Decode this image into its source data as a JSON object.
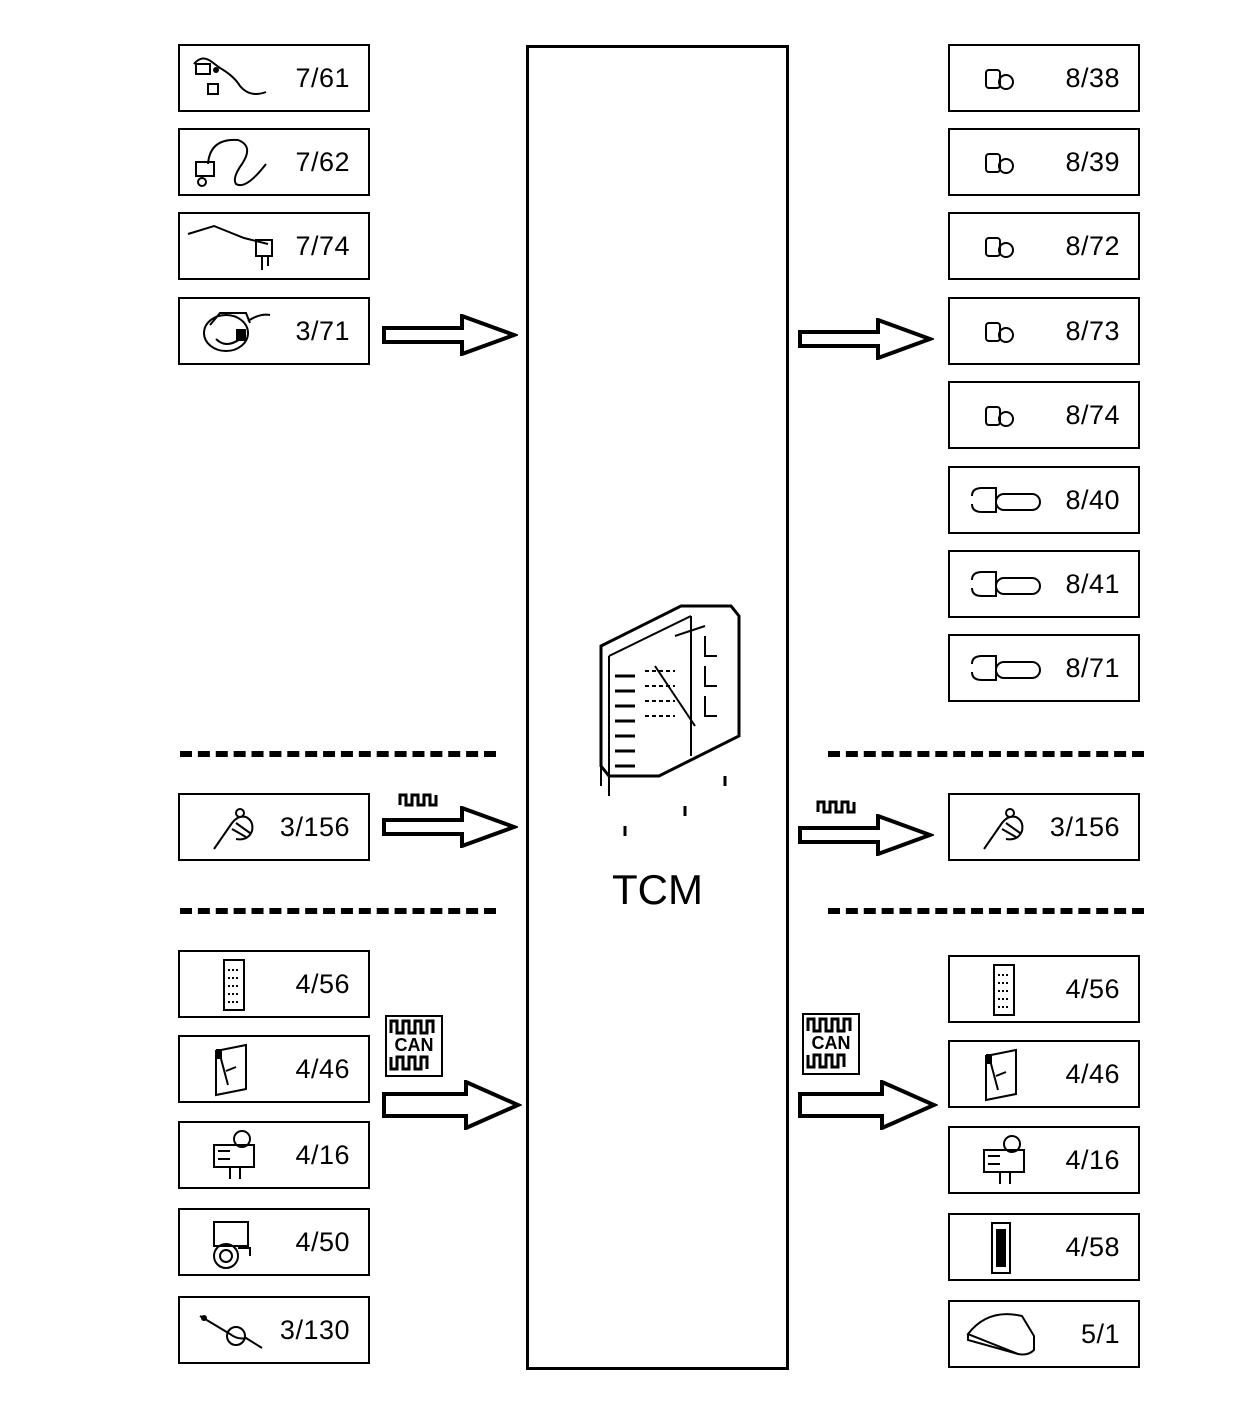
{
  "tcm": {
    "label": "TCM"
  },
  "left": {
    "inputs": [
      "7/61",
      "7/62",
      "7/74",
      "3/71"
    ],
    "selector": [
      "3/156"
    ],
    "can": [
      "4/56",
      "4/46",
      "4/16",
      "4/50",
      "3/130"
    ]
  },
  "right": {
    "outputs": [
      "8/38",
      "8/39",
      "8/72",
      "8/73",
      "8/74",
      "8/40",
      "8/41",
      "8/71"
    ],
    "selector": [
      "3/156"
    ],
    "can": [
      "4/56",
      "4/46",
      "4/16",
      "4/58",
      "5/1"
    ]
  },
  "can_badge": {
    "text": "CAN"
  }
}
